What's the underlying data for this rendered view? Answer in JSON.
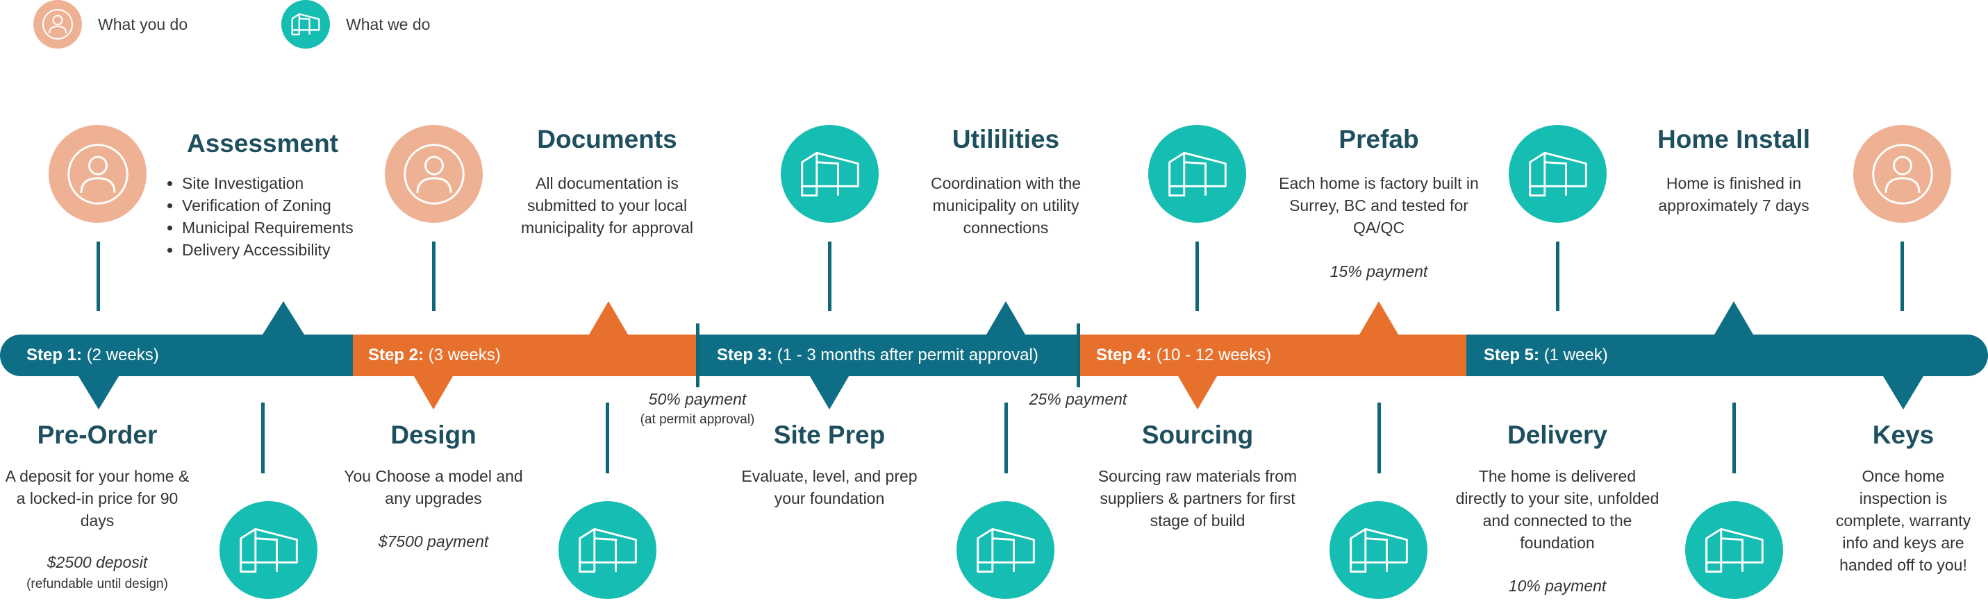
{
  "legend": {
    "what_you_do": "What you do",
    "what_we_do": "What we do"
  },
  "colors": {
    "teal_dark": "#0e6e86",
    "orange": "#e8702d",
    "teal_icon": "#16bdb3",
    "peach_icon": "#efb193",
    "title_text": "#1d4f5e"
  },
  "steps": [
    {
      "label": "Step 1:",
      "duration": "(2 weeks)"
    },
    {
      "label": "Step 2:",
      "duration": "(3 weeks)"
    },
    {
      "label": "Step 3:",
      "duration": "(1 - 3 months after permit approval)"
    },
    {
      "label": "Step 4:",
      "duration": "(10 - 12 weeks)"
    },
    {
      "label": "Step 5:",
      "duration": "(1 week)"
    }
  ],
  "above": {
    "assessment": {
      "title": "Assessment",
      "bullets": [
        "Site Investigation",
        "Verification of Zoning",
        "Municipal Requirements",
        "Delivery Accessibility"
      ]
    },
    "documents": {
      "title": "Documents",
      "desc": "All documentation is submitted to your local municipality for approval"
    },
    "utilities": {
      "title": "Utililities",
      "desc": "Coordination with the municipality on utility connections"
    },
    "prefab": {
      "title": "Prefab",
      "desc": "Each home is factory built in Surrey, BC and tested for QA/QC",
      "payment": "15% payment"
    },
    "home_install": {
      "title": "Home Install",
      "desc": "Home is finished in approximately 7 days"
    }
  },
  "below": {
    "pre_order": {
      "title": "Pre-Order",
      "desc": "A deposit for your home & a locked-in price for 90 days",
      "payment": "$2500 deposit",
      "note": "(refundable until design)"
    },
    "design": {
      "title": "Design",
      "desc": "You Choose a model and any upgrades",
      "payment": "$7500 payment"
    },
    "site_prep": {
      "title": "Site Prep",
      "desc": "Evaluate, level, and prep your foundation"
    },
    "sourcing": {
      "title": "Sourcing",
      "desc": "Sourcing raw materials from suppliers & partners for first stage of build"
    },
    "delivery": {
      "title": "Delivery",
      "desc": "The home is delivered directly to your site, unfolded and connected to the foundation",
      "payment": "10% payment"
    },
    "keys": {
      "title": "Keys",
      "desc": "Once home inspection is complete, warranty info and keys are handed off to you!"
    }
  },
  "milestones": {
    "permit_payment": "50% payment",
    "permit_note": "(at permit approval)",
    "step4_payment": "25% payment"
  }
}
